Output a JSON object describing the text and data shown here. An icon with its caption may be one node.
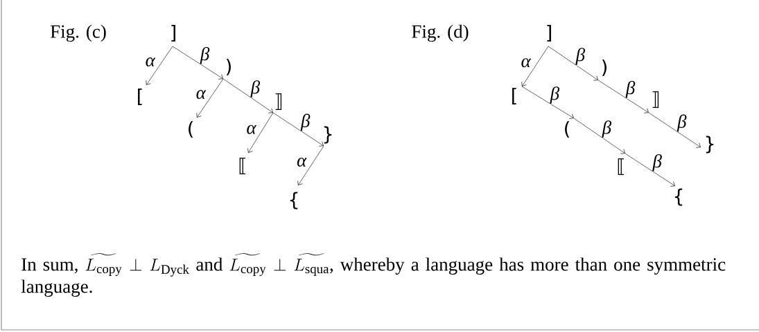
{
  "diagram": {
    "nodes": [
      {
        "text": [
          "]"
        ]
      },
      {
        "text": [
          "["
        ]
      },
      {
        "text": [
          ")"
        ]
      },
      {
        "text": [
          "("
        ]
      },
      {
        "text": [
          "⟧"
        ]
      },
      {
        "text": [
          "⟦"
        ]
      },
      {
        "text": [
          "}"
        ]
      },
      {
        "text": [
          "{"
        ]
      },
      {
        "text": [
          "]"
        ]
      },
      {
        "text": [
          "["
        ]
      },
      {
        "text": [
          ")"
        ]
      },
      {
        "text": [
          "⟧"
        ]
      },
      {
        "text": [
          "}"
        ]
      },
      {
        "text": [
          "("
        ]
      },
      {
        "text": [
          "⟦"
        ]
      },
      {
        "text": [
          "{"
        ]
      }
    ],
    "edges": [
      {
        "from": 0,
        "to": 1,
        "arrow": "to",
        "label": "α"
      },
      {
        "from": 0,
        "to": 2,
        "arrow": "to",
        "label": "β"
      },
      {
        "from": 2,
        "to": 3,
        "arrow": "to",
        "label": "α"
      },
      {
        "from": 2,
        "to": 4,
        "arrow": "to",
        "label": "β"
      },
      {
        "from": 4,
        "to": 5,
        "arrow": "to",
        "label": "α"
      },
      {
        "from": 4,
        "to": 6,
        "arrow": "to",
        "label": "β"
      },
      {
        "from": 6,
        "to": 7,
        "arrow": "to",
        "label": "α"
      },
      {
        "from": 8,
        "to": 9,
        "arrow": "to",
        "label": "α"
      },
      {
        "from": 8,
        "to": 10,
        "arrow": "to",
        "label": "β"
      },
      {
        "from": 10,
        "to": 11,
        "arrow": "to",
        "label": "β"
      },
      {
        "from": 11,
        "to": 12,
        "arrow": "to",
        "label": "β"
      },
      {
        "from": 9,
        "to": 13,
        "arrow": "to",
        "label": "β"
      },
      {
        "from": 13,
        "to": 14,
        "arrow": "to",
        "label": "β"
      },
      {
        "from": 14,
        "to": 15,
        "arrow": "to",
        "label": "β"
      }
    ],
    "labels": [
      "Fig. (c)",
      "Fig. (d)",
      "In sum,",
      "\\widetilde{L_{\\mathrm{copy}}}\\perp L_{\\mathrm{Dyck}}",
      "and",
      "\\widetilde{L_{\\mathrm{copy}}}\\perp\\widetilde{L_{\\mathrm{squa}}}",
      ", whereby a language has more than one symmetric language."
    ]
  }
}
